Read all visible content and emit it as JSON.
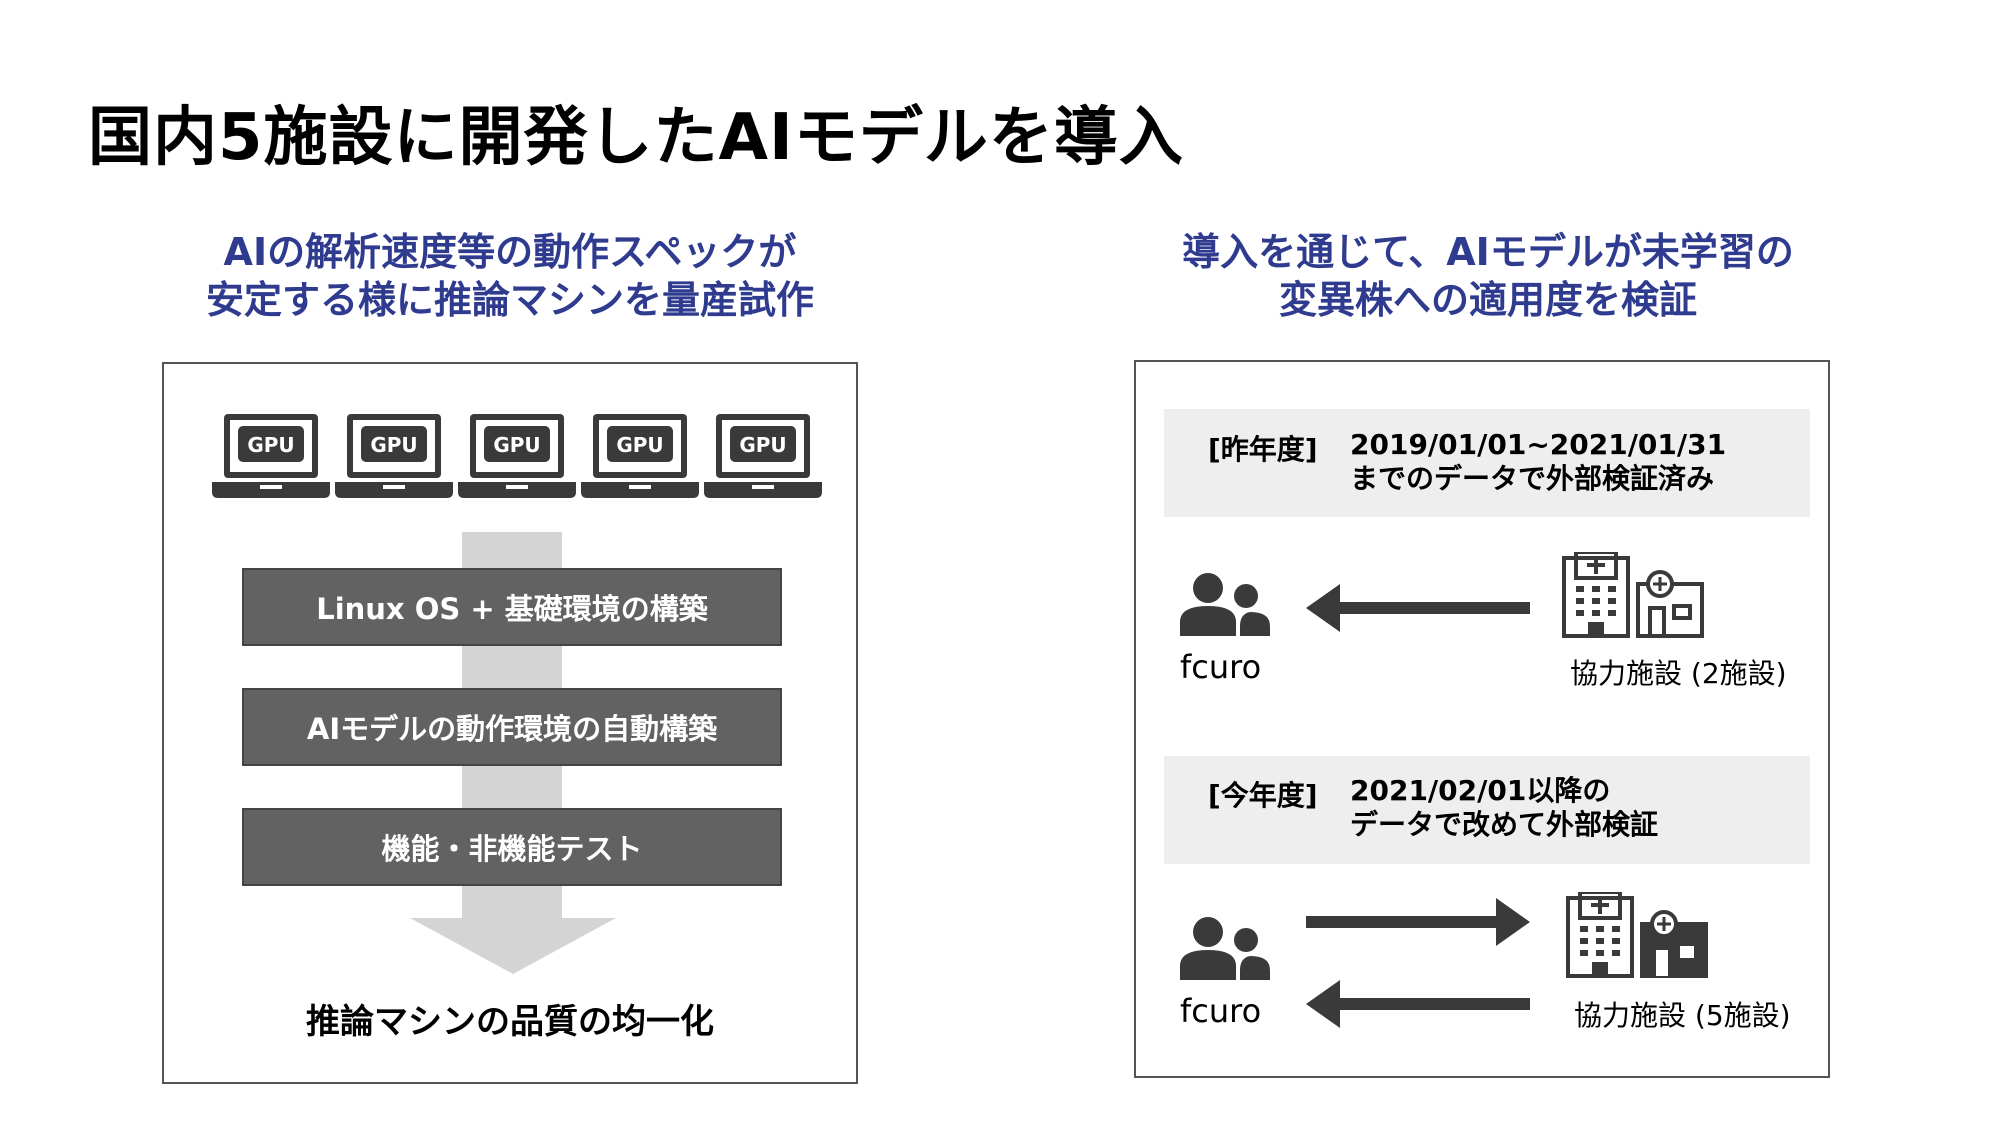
{
  "slide": {
    "title": "国内5施設に開発したAIモデルを導入"
  },
  "left": {
    "heading_line1": "AIの解析速度等の動作スペックが",
    "heading_line2": "安定する様に推論マシンを量産試作",
    "gpu_label": "GPU",
    "laptop_count": 5,
    "steps": [
      "Linux OS + 基礎環境の構築",
      "AIモデルの動作環境の自動構築",
      "機能・非機能テスト"
    ],
    "result": "推論マシンの品質の均一化"
  },
  "right": {
    "heading_line1": "導入を通じて、AIモデルが未学習の",
    "heading_line2": "変異株への適用度を検証",
    "last_year": {
      "tag": "[昨年度]",
      "line1": "2019/01/01~2021/01/31",
      "line2": "までのデータで外部検証済み",
      "org": "fcuro",
      "facility": "協力施設 (2施設)"
    },
    "this_year": {
      "tag": "[今年度]",
      "line1": "2021/02/01以降の",
      "line2": "データで改めて外部検証",
      "org": "fcuro",
      "facility": "協力施設 (5施設)"
    }
  },
  "icons": {
    "laptop": "laptop-icon",
    "people": "people-icon",
    "hospital": "hospital-icon",
    "clinic": "clinic-icon",
    "arrow_left": "arrow-left-icon",
    "arrow_right": "arrow-right-icon"
  },
  "colors": {
    "heading_blue": "#2f3b8f",
    "step_gray": "#626262",
    "arrow_light_gray": "#d4d4d4",
    "icon_dark": "#3a3a3a",
    "info_bg": "#eeeeee"
  }
}
